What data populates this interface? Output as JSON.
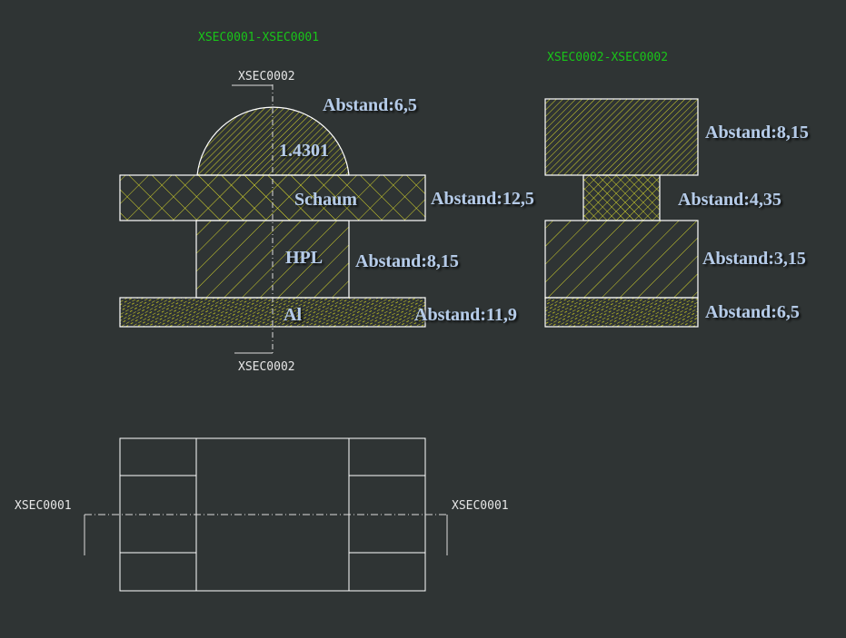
{
  "section_titles": {
    "xsec1": "XSEC0001-XSEC0001",
    "xsec2": "XSEC0002-XSEC0002"
  },
  "section_markers": {
    "xsec2_top": "XSEC0002",
    "xsec2_bottom": "XSEC0002",
    "xsec1_left": "XSEC0001",
    "xsec1_right": "XSEC0001"
  },
  "left_section": {
    "materials": {
      "dome": "1.4301",
      "foam": "Schaum",
      "core": "HPL",
      "base": "Al"
    },
    "distances": {
      "dome": "Abstand:6,5",
      "foam": "Abstand:12,5",
      "core": "Abstand:8,15",
      "base": "Abstand:11,9"
    }
  },
  "right_section": {
    "distances": {
      "top": "Abstand:8,15",
      "middle": "Abstand:4,35",
      "core": "Abstand:3,15",
      "base": "Abstand:6,5"
    }
  },
  "colors": {
    "background": "#2f3434",
    "hatch": "#e6e62a",
    "outline": "#ffffff",
    "title": "#19c519",
    "label": "#b5cbe8"
  }
}
